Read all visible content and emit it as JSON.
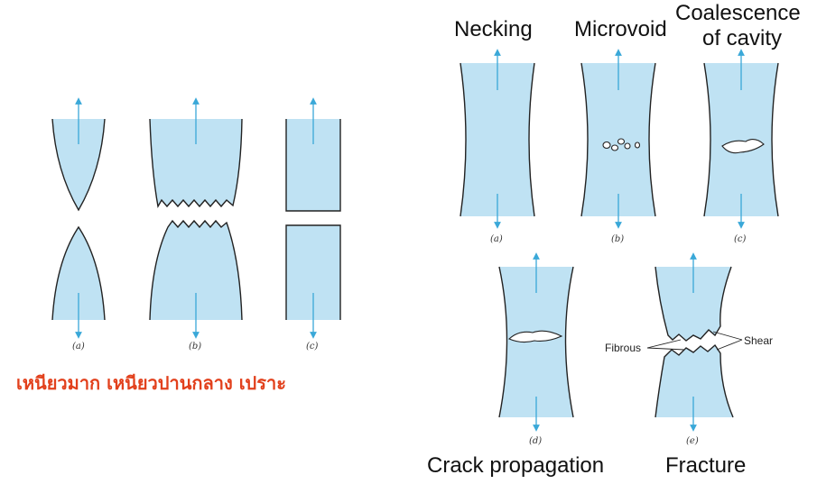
{
  "left_panel": {
    "labels": [
      "(a)",
      "(b)",
      "(c)"
    ],
    "caption": "เหนียวมาก เหนียวปานกลาง เปราะ",
    "caption_color": "#e2401c"
  },
  "right_panel": {
    "stages": [
      {
        "title": "Necking",
        "label": "(a)"
      },
      {
        "title": "Microvoid",
        "label": "(b)"
      },
      {
        "title_line1": "Coalescence",
        "title_line2": "of cavity",
        "label": "(c)"
      },
      {
        "title": "Crack propagation",
        "label": "(d)"
      },
      {
        "title": "Fracture",
        "label": "(e)"
      }
    ],
    "annotations": {
      "fibrous": "Fibrous",
      "shear": "Shear"
    }
  },
  "colors": {
    "specimen": "#bfe2f3",
    "arrow": "#3aa8d8",
    "outline": "#222222"
  }
}
